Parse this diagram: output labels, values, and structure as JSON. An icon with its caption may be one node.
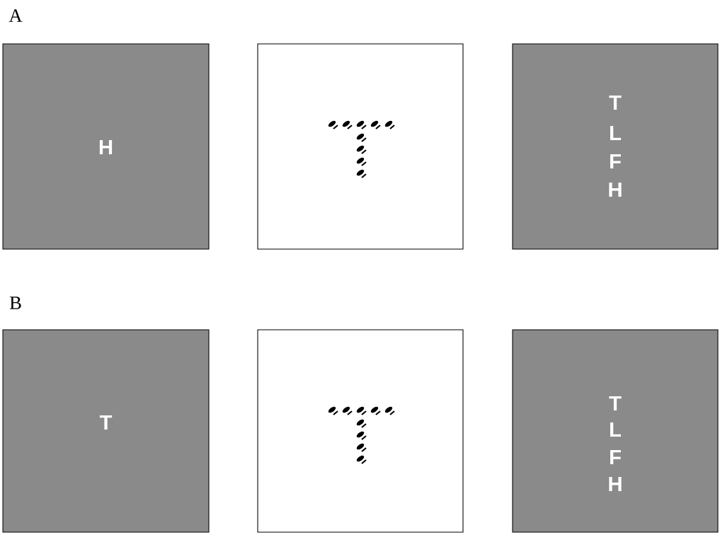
{
  "diagram": {
    "nodes": [
      {
        "text": [
          "H"
        ]
      },
      {
        "text": [],
        "shape": "box"
      },
      {
        "text": [
          "T",
          "L",
          "F",
          "H"
        ]
      },
      {
        "text": [
          "T"
        ]
      },
      {
        "text": [],
        "shape": "box"
      },
      {
        "text": [
          "T",
          "L",
          "F",
          "H"
        ]
      }
    ],
    "labels": [
      "A",
      "B"
    ]
  }
}
